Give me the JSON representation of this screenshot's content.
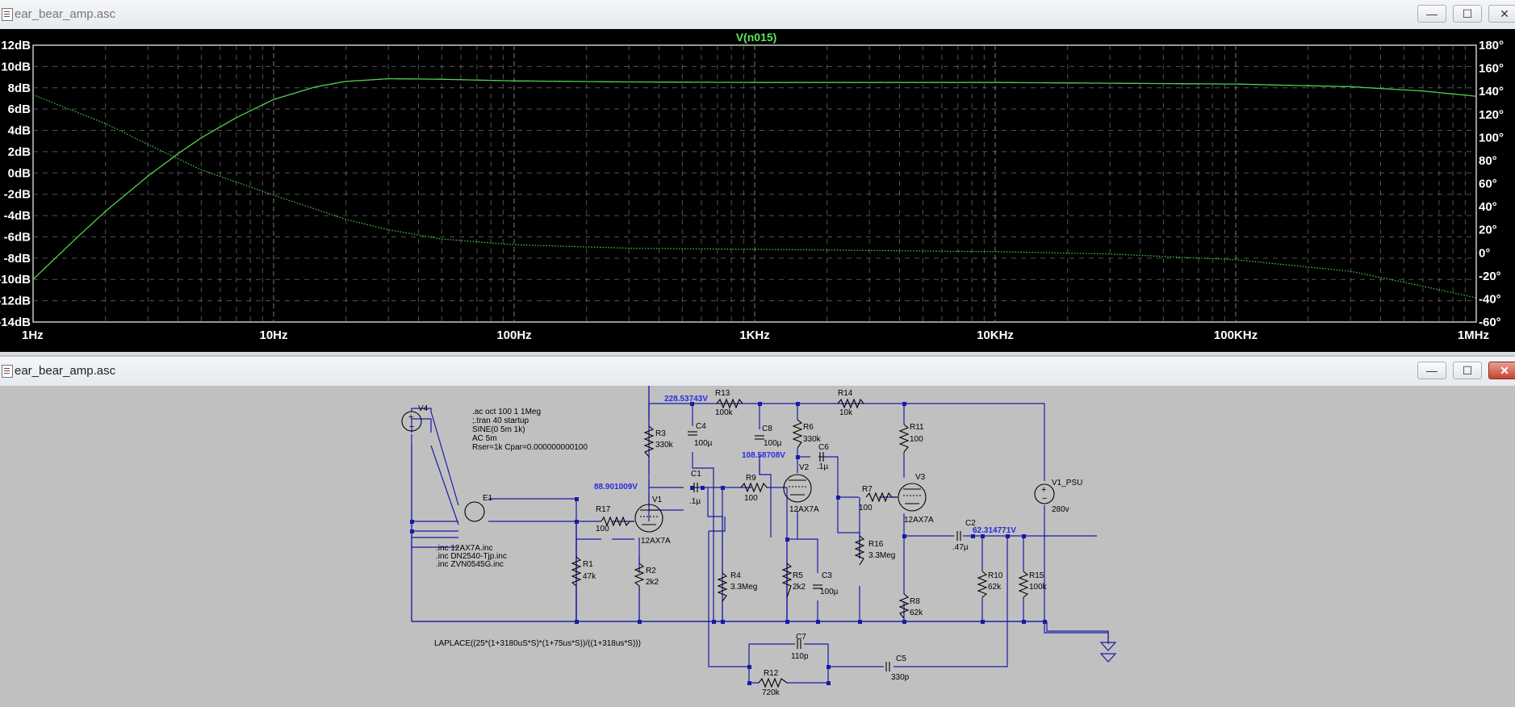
{
  "plot_window": {
    "title": "ear_bear_amp.asc",
    "buttons": {
      "minimize": "—",
      "maximize": "☐",
      "close": "✕"
    }
  },
  "schematic_window": {
    "title": "ear_bear_amp.asc",
    "buttons": {
      "minimize": "—",
      "maximize": "☐",
      "close": "✕"
    }
  },
  "chart_data": {
    "type": "line",
    "title": "V(n015)",
    "x_scale": "log",
    "x_range_hz": [
      1,
      1000000
    ],
    "x_tick_labels": [
      "1Hz",
      "10Hz",
      "100Hz",
      "1KHz",
      "10KHz",
      "100KHz",
      "1MHz"
    ],
    "y_left_tick_labels": [
      "12dB",
      "10dB",
      "8dB",
      "6dB",
      "4dB",
      "2dB",
      "0dB",
      "-2dB",
      "-4dB",
      "-6dB",
      "-8dB",
      "-10dB",
      "-12dB",
      "-14dB"
    ],
    "y_right_tick_labels": [
      "180°",
      "160°",
      "140°",
      "120°",
      "100°",
      "80°",
      "60°",
      "40°",
      "20°",
      "0°",
      "-20°",
      "-40°",
      "-60°"
    ],
    "y_left_range_db": [
      -14,
      12
    ],
    "y_right_range_deg": [
      -60,
      180
    ],
    "grid": true,
    "colors": {
      "background": "#000000",
      "trace": "#4fd14f",
      "grid": "#8a8a8a",
      "title": "#5ce65c",
      "text": "#ffffff"
    },
    "series": [
      {
        "name": "magnitude",
        "style": "solid",
        "axis": "left",
        "points": [
          [
            1,
            -10
          ],
          [
            1.5,
            -6.2
          ],
          [
            2,
            -3.6
          ],
          [
            3,
            -0.3
          ],
          [
            4,
            1.8
          ],
          [
            5,
            3.3
          ],
          [
            7,
            5.2
          ],
          [
            10,
            6.9
          ],
          [
            15,
            8.1
          ],
          [
            20,
            8.6
          ],
          [
            30,
            8.85
          ],
          [
            50,
            8.8
          ],
          [
            100,
            8.65
          ],
          [
            300,
            8.55
          ],
          [
            1000,
            8.5
          ],
          [
            10000,
            8.5
          ],
          [
            100000,
            8.35
          ],
          [
            300000,
            8.1
          ],
          [
            600000,
            7.7
          ],
          [
            1000000,
            7.2
          ]
        ]
      },
      {
        "name": "phase",
        "style": "dotted",
        "axis": "right",
        "points": [
          [
            1,
            137
          ],
          [
            2,
            112
          ],
          [
            3,
            94
          ],
          [
            5,
            72
          ],
          [
            10,
            50
          ],
          [
            20,
            29
          ],
          [
            30,
            20
          ],
          [
            50,
            12
          ],
          [
            100,
            7
          ],
          [
            300,
            4
          ],
          [
            1000,
            3
          ],
          [
            10000,
            1
          ],
          [
            30000,
            -1
          ],
          [
            100000,
            -6
          ],
          [
            300000,
            -16
          ],
          [
            600000,
            -29
          ],
          [
            1000000,
            -39
          ]
        ]
      }
    ]
  },
  "schematic": {
    "wire_color": "#1a1aa8",
    "part_color": "#000000",
    "node_voltage_color": "#2a2ae0",
    "directives": [
      ".ac oct 100 1 1Meg",
      ";.tran 40 startup",
      "SINE(0 5m 1k)",
      "AC 5m",
      "Rser=1k Cpar=0.000000000100"
    ],
    "includes": [
      ".inc 12AX7A.inc",
      ".inc DN2540-Tjp.inc",
      ".inc ZVN0545G.inc"
    ],
    "laplace": "LAPLACE((25*(1+3180uS*S)*(1+75us*S))/((1+318us*S)))",
    "node_voltages": [
      "228.53743V",
      "88.901009V",
      "108.58708V",
      "62.314771V"
    ],
    "components": {
      "V4": "V4",
      "E1": "E1",
      "R17": [
        "R17",
        "100"
      ],
      "R1": [
        "R1",
        "47k"
      ],
      "R2": [
        "R2",
        "2k2"
      ],
      "R3": [
        "R3",
        "330k"
      ],
      "V1": [
        "V1",
        "12AX7A"
      ],
      "C1": [
        "C1",
        ".1µ"
      ],
      "C4": [
        "C4",
        "100µ"
      ],
      "R13": [
        "R13",
        "100k"
      ],
      "R9": [
        "R9",
        "100"
      ],
      "R4": [
        "R4",
        "3.3Meg"
      ],
      "C8": [
        "C8",
        "100µ"
      ],
      "R6": [
        "R6",
        "330k"
      ],
      "C6": [
        "C6",
        ".1µ"
      ],
      "V2": [
        "V2",
        "12AX7A"
      ],
      "R5": [
        "R5",
        "2k2"
      ],
      "C3": [
        "C3",
        "100µ"
      ],
      "R14": [
        "R14",
        "10k"
      ],
      "R7": [
        "R7",
        "100"
      ],
      "R16": [
        "R16",
        "3.3Meg"
      ],
      "R11": [
        "R11",
        "100"
      ],
      "V3": [
        "V3",
        "12AX7A"
      ],
      "R8": [
        "R8",
        "62k"
      ],
      "C2": [
        "C2",
        ".47µ"
      ],
      "R10": [
        "R10",
        "62k"
      ],
      "R15": [
        "R15",
        "100k"
      ],
      "V1_PSU": [
        "V1_PSU",
        "280v"
      ],
      "C7": [
        "C7",
        "110p"
      ],
      "R12": [
        "R12",
        "720k"
      ],
      "C5": [
        "C5",
        "330p"
      ]
    }
  }
}
